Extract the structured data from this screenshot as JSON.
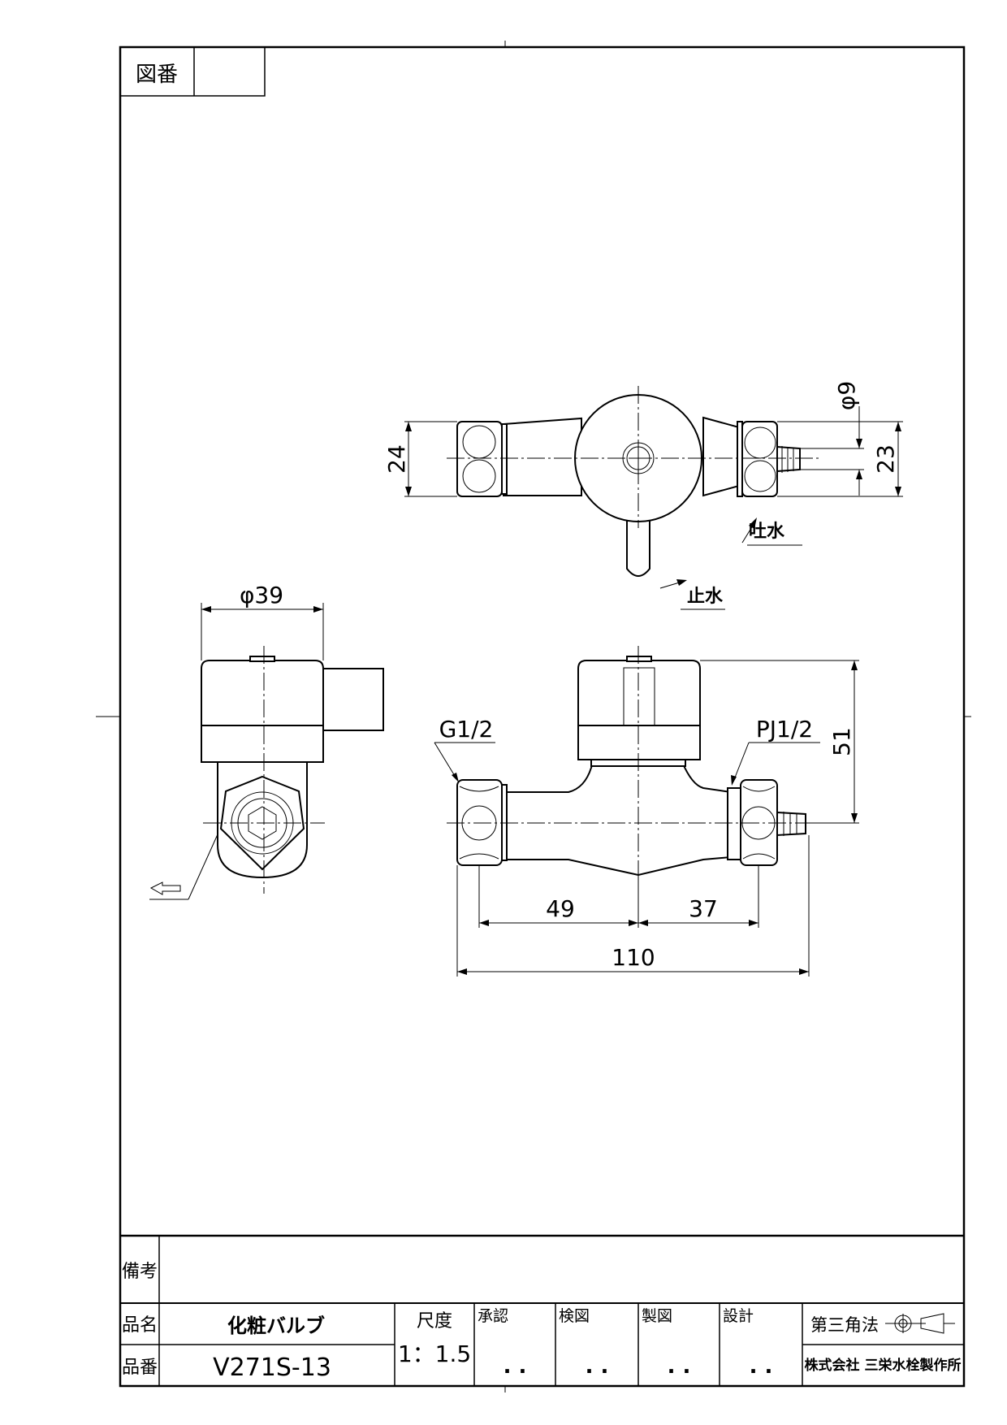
{
  "frame": {
    "drawing_number_label": "図番",
    "drawing_number_value": ""
  },
  "views": {
    "top": {
      "dim_24": "24",
      "dim_23": "23",
      "dim_phi9": "φ9",
      "label_outlet": "吐水",
      "label_stop": "止水"
    },
    "side": {
      "dim_phi39": "φ39"
    },
    "front": {
      "label_inlet_thread": "G1/2",
      "label_outlet_thread": "PJ1/2",
      "dim_51": "51",
      "dim_49": "49",
      "dim_37": "37",
      "dim_110": "110"
    }
  },
  "title_block": {
    "remarks_label": "備考",
    "remarks_value": "",
    "product_name_label": "品名",
    "product_name_value": "化粧バルブ",
    "product_number_label": "品番",
    "product_number_value": "V271S-13",
    "scale_label": "尺度",
    "scale_value": "1：1.5",
    "approval_label": "承認",
    "inspection_label": "検図",
    "drafting_label": "製図",
    "design_label": "設計",
    "date_placeholder": ". .",
    "projection_label": "第三角法",
    "company_name": "株式会社 三栄水栓製作所"
  }
}
